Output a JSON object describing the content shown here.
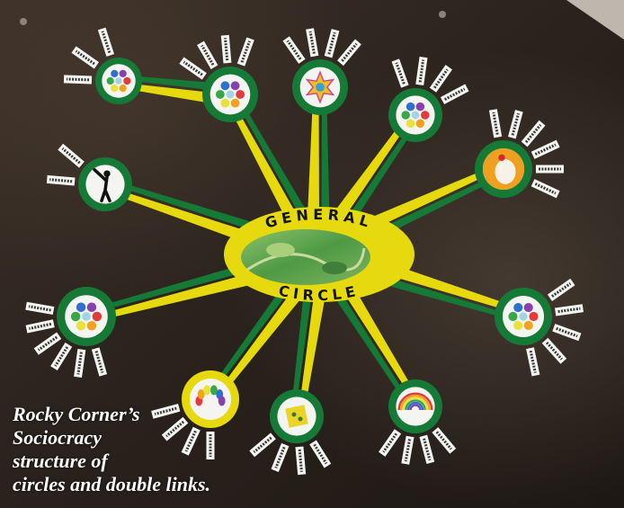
{
  "general_circle": {
    "title_top": "GENERAL",
    "title_bottom": "CIRCLE"
  },
  "caption": {
    "line1": "Rocky Corner’s",
    "line2": "Sociocracy",
    "line3": "structure of",
    "line4": "circles and double links."
  },
  "colors": {
    "board": "#2a221c",
    "yellow": "#e6d90e",
    "green": "#157a36",
    "white": "#f4f4f0",
    "map": "#6aa34a"
  }
}
